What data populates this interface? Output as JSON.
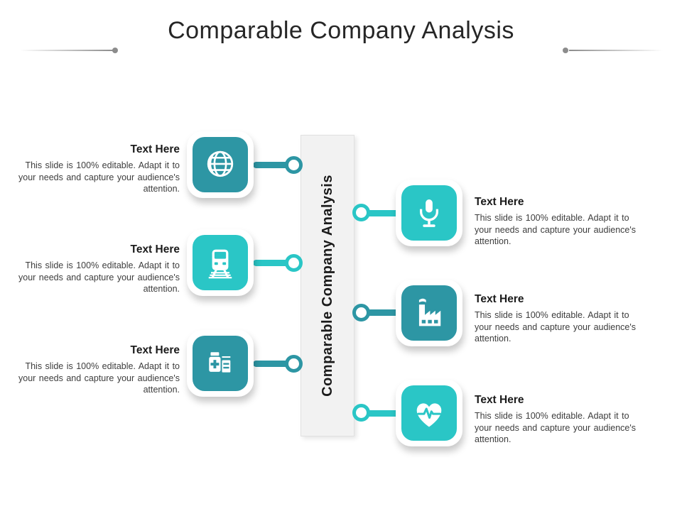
{
  "title": "Comparable Company Analysis",
  "center": {
    "label": "Comparable Company Analysis"
  },
  "colors": {
    "dark_teal": "#2D96A4",
    "bright_teal": "#2AC6C6",
    "bar_background": "#F2F2F2",
    "title_text": "#262626",
    "body_text": "#3D3D3D",
    "divider_gray": "#8C8C8C"
  },
  "items": [
    {
      "side": "left",
      "icon": "globe-icon",
      "tone": "dark",
      "heading": "Text Here",
      "body": "This slide is 100% editable. Adapt it to your needs and capture your audience's attention."
    },
    {
      "side": "right",
      "icon": "microphone-icon",
      "tone": "bright",
      "heading": "Text Here",
      "body": "This slide is 100% editable. Adapt it to your needs and capture your audience's attention."
    },
    {
      "side": "left",
      "icon": "train-icon",
      "tone": "bright",
      "heading": "Text Here",
      "body": "This slide is 100% editable. Adapt it to your needs and capture your audience's attention."
    },
    {
      "side": "right",
      "icon": "factory-icon",
      "tone": "dark",
      "heading": "Text Here",
      "body": "This slide is 100% editable. Adapt it to your needs and capture your audience's attention."
    },
    {
      "side": "left",
      "icon": "medicine-icon",
      "tone": "dark",
      "heading": "Text Here",
      "body": "This slide is 100% editable. Adapt it to your needs and capture your audience's attention."
    },
    {
      "side": "right",
      "icon": "heartbeat-icon",
      "tone": "bright",
      "heading": "Text Here",
      "body": "This slide is 100% editable. Adapt it to your needs and capture your audience's attention."
    }
  ]
}
